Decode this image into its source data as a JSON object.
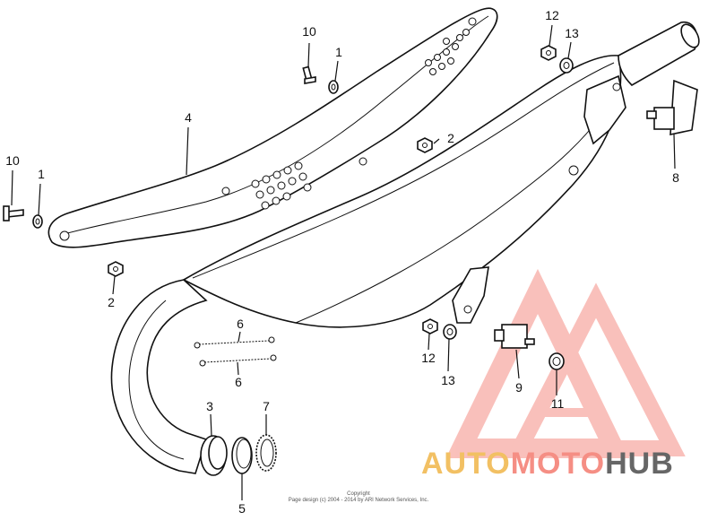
{
  "diagram": {
    "callouts": {
      "c10a": "10",
      "c1a": "1",
      "c12a": "12",
      "c13a": "13",
      "c4": "4",
      "c2a": "2",
      "c10b": "10",
      "c1b": "1",
      "c8": "8",
      "c2b": "2",
      "c6a": "6",
      "c6b": "6",
      "c12b": "12",
      "c13b": "13",
      "c9": "9",
      "c11": "11",
      "c3": "3",
      "c7": "7",
      "c5": "5"
    }
  },
  "footer": {
    "copyright_line1": "Copyright",
    "copyright_line2": "Page design (c) 2004 - 2014 by ARI Network Services, Inc."
  },
  "logo": {
    "part1": "AUTO",
    "part2": "MOTO",
    "part3": "HUB",
    "colors": {
      "auto": "#f2c063",
      "moto": "#f58e84",
      "hub": "#666666",
      "triangle": "#f58e84"
    }
  }
}
